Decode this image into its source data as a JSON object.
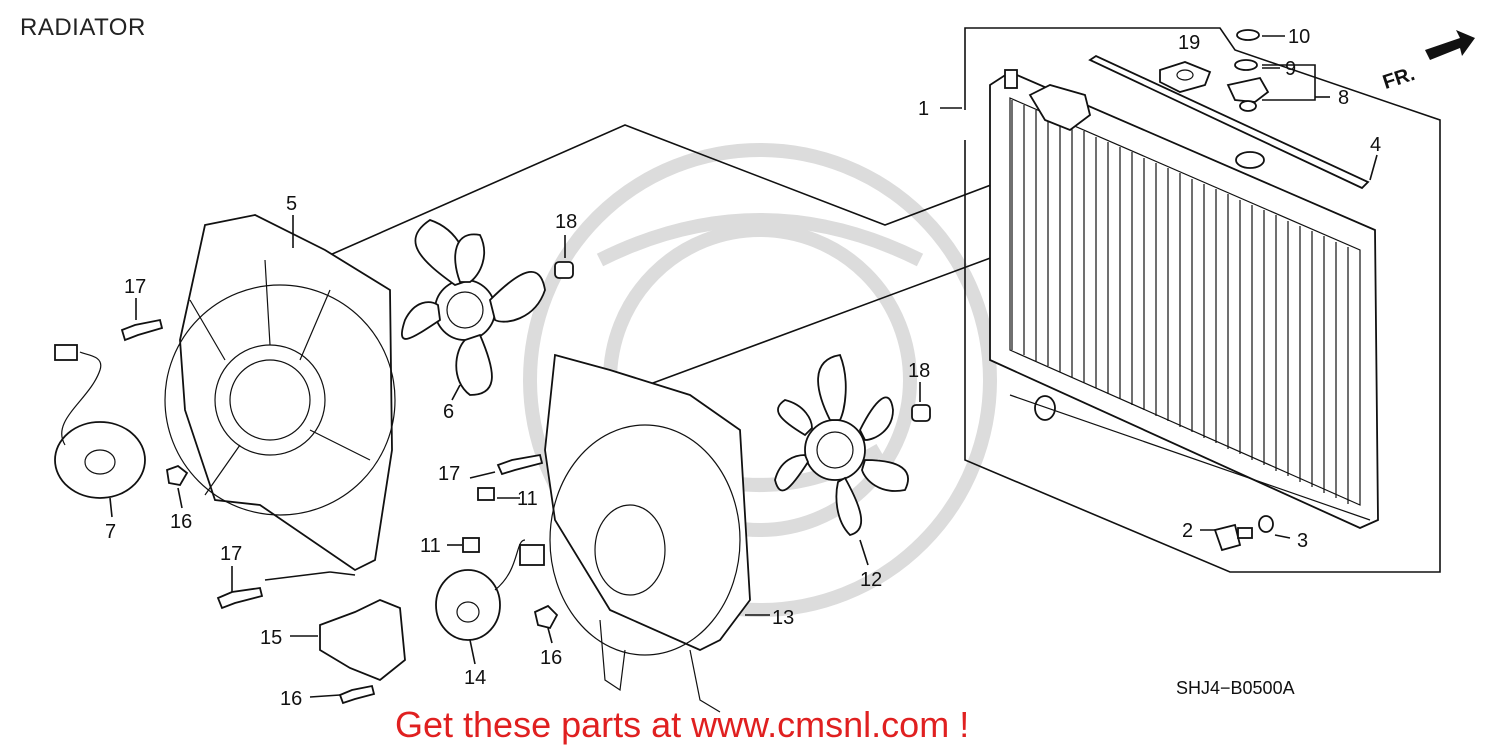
{
  "title": "RADIATOR",
  "diagram_code": "SHJ4−B0500A",
  "banner": "Get these parts at www.cmsnl.com !",
  "front_marker": "FR.",
  "callouts": {
    "c1": "1",
    "c2": "2",
    "c3": "3",
    "c4": "4",
    "c5": "5",
    "c6": "6",
    "c7": "7",
    "c8": "8",
    "c9": "9",
    "c10": "10",
    "c11a": "11",
    "c11b": "11",
    "c12": "12",
    "c13": "13",
    "c14": "14",
    "c15": "15",
    "c16a": "16",
    "c16b": "16",
    "c16c": "16",
    "c17a": "17",
    "c17b": "17",
    "c17c": "17",
    "c18a": "18",
    "c18b": "18",
    "c19": "19"
  },
  "colors": {
    "banner": "#e02020",
    "line": "#111111",
    "watermark": "#d9d9d9"
  }
}
